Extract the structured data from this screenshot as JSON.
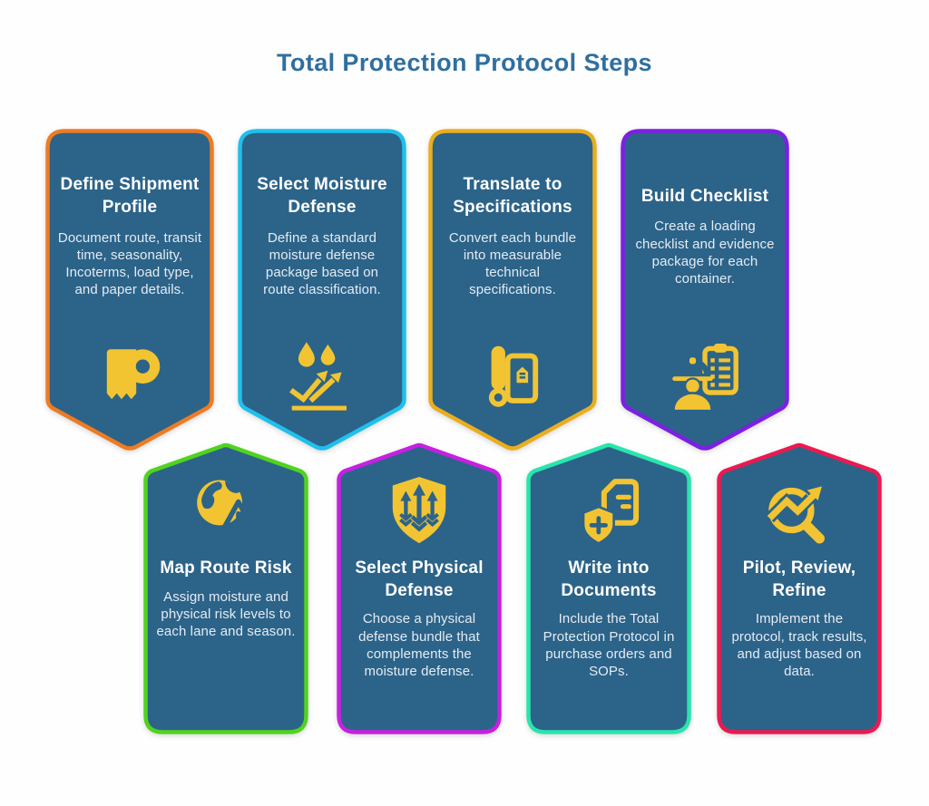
{
  "title": "Total Protection Protocol Steps",
  "colors": {
    "background": "#fefefe",
    "title": "#2f6f9f",
    "card_fill": "#2c6389",
    "icon_yellow": "#f2c432",
    "card_text": "#ffffff"
  },
  "cards": [
    {
      "title": "Define Shipment Profile",
      "description": "Document route, transit time, seasonality, Incoterms, load type, and paper details.",
      "border_color": "#ee7b23",
      "icon": "paper-roll-icon",
      "row": "top"
    },
    {
      "title": "Select Moisture Defense",
      "description": "Define a standard moisture defense package based on route classification.",
      "border_color": "#1fc0ec",
      "icon": "moisture-droplets-trend-icon",
      "row": "top"
    },
    {
      "title": "Translate to Specifications",
      "description": "Convert each bundle into measurable technical specifications.",
      "border_color": "#eaae1d",
      "icon": "blueprint-spec-icon",
      "row": "top"
    },
    {
      "title": "Build Checklist",
      "description": "Create a loading checklist and evidence package for each container.",
      "border_color": "#7d1fe4",
      "icon": "worker-checklist-icon",
      "row": "top"
    },
    {
      "title": "Map Route Risk",
      "description": "Assign moisture and physical risk levels to each lane and season.",
      "border_color": "#50d31f",
      "icon": "globe-warning-icon",
      "row": "bottom"
    },
    {
      "title": "Select Physical Defense",
      "description": "Choose a physical defense bundle that complements the moisture defense.",
      "border_color": "#c620e0",
      "icon": "shield-arrows-icon",
      "row": "bottom"
    },
    {
      "title": "Write into Documents",
      "description": "Include the Total Protection Protocol in purchase orders and SOPs.",
      "border_color": "#28e5ad",
      "icon": "document-shield-icon",
      "row": "bottom"
    },
    {
      "title": "Pilot, Review, Refine",
      "description": "Implement the protocol, track results, and adjust based on data.",
      "border_color": "#ea1a51",
      "icon": "magnifier-trend-icon",
      "row": "bottom"
    }
  ]
}
